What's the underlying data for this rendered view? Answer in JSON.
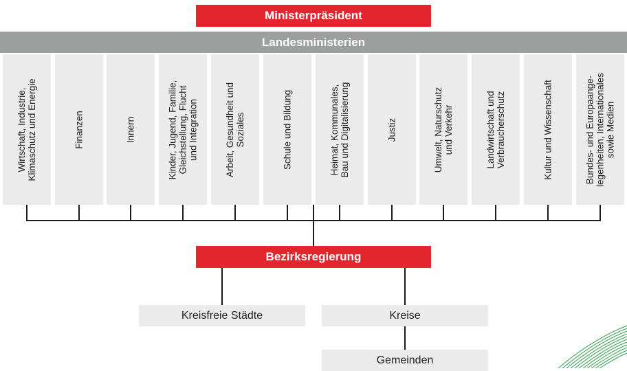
{
  "top": {
    "title": "Ministerpräsident"
  },
  "ministries_bar": {
    "title": "Landesministerien"
  },
  "ministries": [
    "Wirtschaft, Industrie,\nKlimaschutz und Energie",
    "Finanzen",
    "Innern",
    "Kinder, Jugend, Familie,\nGleichstellung, Flucht\nund Integration",
    "Arbeit, Gesundheit und\nSoziales",
    "Schule und Bildung",
    "Heimat, Kommunales,\nBau und Digitalisierung",
    "Justiz",
    "Umwelt, Naturschutz\nund Verkehr",
    "Landwirtschaft und\nVerbraucherschutz",
    "Kultur und Wissenschaft",
    "Bundes- und Europaange-\nlegenheiten, Internationales\nsowie Medien"
  ],
  "district": {
    "title": "Bezirksregierung"
  },
  "lower": {
    "kreisfreie": "Kreisfreie Städte",
    "kreise": "Kreise",
    "gemeinden": "Gemeinden"
  },
  "colors": {
    "red": "#e3262e",
    "grey_bar": "#9d9e9e",
    "light_grey": "#ebebeb",
    "decoration_green": "#2e9a4c"
  }
}
